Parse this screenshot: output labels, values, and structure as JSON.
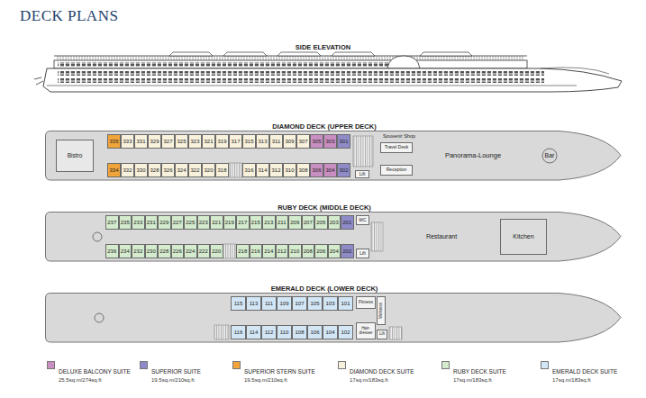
{
  "diagram": {
    "title": "DECK PLANS",
    "nodes": [
      {
        "text": [
          "DIAMOND DECK (UPPER DECK)"
        ]
      },
      {
        "text": [
          "335"
        ],
        "in": 0
      },
      {
        "text": [
          "333"
        ],
        "in": 0
      },
      {
        "text": [
          "331"
        ],
        "in": 0
      },
      {
        "text": [
          "329"
        ],
        "in": 0
      },
      {
        "text": [
          "327"
        ],
        "in": 0
      },
      {
        "text": [
          "325"
        ],
        "in": 0
      },
      {
        "text": [
          "323"
        ],
        "in": 0
      },
      {
        "text": [
          "321"
        ],
        "in": 0
      },
      {
        "text": [
          "319"
        ],
        "in": 0
      },
      {
        "text": [
          "317"
        ],
        "in": 0
      },
      {
        "text": [
          "315"
        ],
        "in": 0
      },
      {
        "text": [
          "313"
        ],
        "in": 0
      },
      {
        "text": [
          "311"
        ],
        "in": 0
      },
      {
        "text": [
          "309"
        ],
        "in": 0
      },
      {
        "text": [
          "307"
        ],
        "in": 0
      },
      {
        "text": [
          "305"
        ],
        "in": 0
      },
      {
        "text": [
          "303"
        ],
        "in": 0
      },
      {
        "text": [
          "301"
        ],
        "in": 0
      },
      {
        "text": [
          "334"
        ],
        "in": 0
      },
      {
        "text": [
          "332"
        ],
        "in": 0
      },
      {
        "text": [
          "330"
        ],
        "in": 0
      },
      {
        "text": [
          "328"
        ],
        "in": 0
      },
      {
        "text": [
          "326"
        ],
        "in": 0
      },
      {
        "text": [
          "324"
        ],
        "in": 0
      },
      {
        "text": [
          "322"
        ],
        "in": 0
      },
      {
        "text": [
          "320"
        ],
        "in": 0
      },
      {
        "text": [
          "318"
        ],
        "in": 0
      },
      {
        "text": [
          "316"
        ],
        "in": 0
      },
      {
        "text": [
          "314"
        ],
        "in": 0
      },
      {
        "text": [
          "312"
        ],
        "in": 0
      },
      {
        "text": [
          "310"
        ],
        "in": 0
      },
      {
        "text": [
          "308"
        ],
        "in": 0
      },
      {
        "text": [
          "306"
        ],
        "in": 0
      },
      {
        "text": [
          "304"
        ],
        "in": 0
      },
      {
        "text": [
          "302"
        ],
        "in": 0
      },
      {
        "text": [
          "Bistro"
        ],
        "in": 0
      },
      {
        "text": [
          "Souvenir Shop"
        ],
        "in": 0
      },
      {
        "text": [
          "Travel Desk"
        ],
        "in": 0
      },
      {
        "text": [
          "Reception"
        ],
        "in": 0
      },
      {
        "text": [
          "Lift"
        ],
        "in": 0
      },
      {
        "text": [
          "Panorama-Lounge"
        ],
        "in": 0
      },
      {
        "text": [
          "Bar"
        ],
        "in": 0
      },
      {
        "text": [
          "RUBY DECK (MIDDLE DECK)"
        ]
      },
      {
        "text": [
          "237"
        ],
        "in": 43
      },
      {
        "text": [
          "235"
        ],
        "in": 43
      },
      {
        "text": [
          "233"
        ],
        "in": 43
      },
      {
        "text": [
          "231"
        ],
        "in": 43
      },
      {
        "text": [
          "229"
        ],
        "in": 43
      },
      {
        "text": [
          "227"
        ],
        "in": 43
      },
      {
        "text": [
          "225"
        ],
        "in": 43
      },
      {
        "text": [
          "223"
        ],
        "in": 43
      },
      {
        "text": [
          "221"
        ],
        "in": 43
      },
      {
        "text": [
          "219"
        ],
        "in": 43
      },
      {
        "text": [
          "217"
        ],
        "in": 43
      },
      {
        "text": [
          "215"
        ],
        "in": 43
      },
      {
        "text": [
          "213"
        ],
        "in": 43
      },
      {
        "text": [
          "211"
        ],
        "in": 43
      },
      {
        "text": [
          "209"
        ],
        "in": 43
      },
      {
        "text": [
          "207"
        ],
        "in": 43
      },
      {
        "text": [
          "205"
        ],
        "in": 43
      },
      {
        "text": [
          "203"
        ],
        "in": 43
      },
      {
        "text": [
          "201"
        ],
        "in": 43
      },
      {
        "text": [
          "236"
        ],
        "in": 43
      },
      {
        "text": [
          "234"
        ],
        "in": 43
      },
      {
        "text": [
          "232"
        ],
        "in": 43
      },
      {
        "text": [
          "230"
        ],
        "in": 43
      },
      {
        "text": [
          "228"
        ],
        "in": 43
      },
      {
        "text": [
          "226"
        ],
        "in": 43
      },
      {
        "text": [
          "224"
        ],
        "in": 43
      },
      {
        "text": [
          "222"
        ],
        "in": 43
      },
      {
        "text": [
          "220"
        ],
        "in": 43
      },
      {
        "text": [
          "218"
        ],
        "in": 43
      },
      {
        "text": [
          "216"
        ],
        "in": 43
      },
      {
        "text": [
          "214"
        ],
        "in": 43
      },
      {
        "text": [
          "212"
        ],
        "in": 43
      },
      {
        "text": [
          "210"
        ],
        "in": 43
      },
      {
        "text": [
          "208"
        ],
        "in": 43
      },
      {
        "text": [
          "206"
        ],
        "in": 43
      },
      {
        "text": [
          "204"
        ],
        "in": 43
      },
      {
        "text": [
          "202"
        ],
        "in": 43
      },
      {
        "text": [
          "WC"
        ],
        "in": 43
      },
      {
        "text": [
          "Lift"
        ],
        "in": 43
      },
      {
        "text": [
          "Restaurant"
        ],
        "in": 43
      },
      {
        "text": [
          "Kitchen"
        ],
        "in": 43
      },
      {
        "text": [
          "EMERALD DECK (LOWER DECK)"
        ]
      },
      {
        "text": [
          "115"
        ],
        "in": 85
      },
      {
        "text": [
          "113"
        ],
        "in": 85
      },
      {
        "text": [
          "111"
        ],
        "in": 85
      },
      {
        "text": [
          "109"
        ],
        "in": 85
      },
      {
        "text": [
          "107"
        ],
        "in": 85
      },
      {
        "text": [
          "105"
        ],
        "in": 85
      },
      {
        "text": [
          "103"
        ],
        "in": 85
      },
      {
        "text": [
          "101"
        ],
        "in": 85
      },
      {
        "text": [
          "116"
        ],
        "in": 85
      },
      {
        "text": [
          "114"
        ],
        "in": 85
      },
      {
        "text": [
          "112"
        ],
        "in": 85
      },
      {
        "text": [
          "110"
        ],
        "in": 85
      },
      {
        "text": [
          "108"
        ],
        "in": 85
      },
      {
        "text": [
          "106"
        ],
        "in": 85
      },
      {
        "text": [
          "104"
        ],
        "in": 85
      },
      {
        "text": [
          "102"
        ],
        "in": 85
      },
      {
        "text": [
          "Fitness"
        ],
        "in": 85
      },
      {
        "text": [
          "Wellness"
        ],
        "in": 85
      },
      {
        "text": [
          "Hair-dresser"
        ],
        "in": 85
      },
      {
        "text": [
          "Lift"
        ],
        "in": 85
      }
    ],
    "labels": [
      "SIDE ELEVATION",
      "25.5sq.m/274sq.ft",
      "19.5sq.m/210sq.ft",
      "19.5sq.m/210sq.ft",
      "17sq.m/183sq.ft",
      "17sq.m/183sq.ft",
      "17sq.m/183sq.ft"
    ],
    "legend": [
      {
        "text": "DELUXE BALCONY SUITE",
        "color": "#c98ec2"
      },
      {
        "text": "SUPERIOR SUITE",
        "color": "#8f8bc9"
      },
      {
        "text": "SUPERIOR STERN SUITE",
        "color": "#f1a43a"
      },
      {
        "text": "DIAMOND DECK SUITE",
        "color": "#f8f1dc"
      },
      {
        "text": "RUBY DECK SUITE",
        "color": "#d4ebcd"
      },
      {
        "text": "EMERALD DECK SUITE",
        "color": "#d2e6f5"
      }
    ]
  }
}
